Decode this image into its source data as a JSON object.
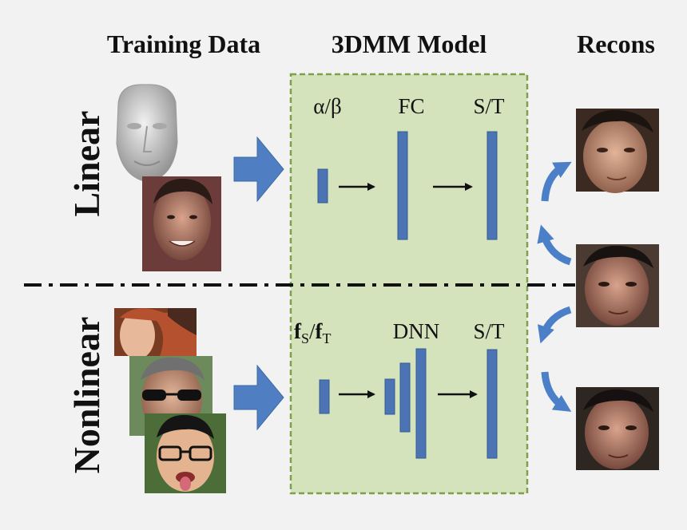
{
  "headings": {
    "training": "Training Data",
    "model": "3DMM Model",
    "recons": "Recons"
  },
  "rows": {
    "linear": "Linear",
    "nonlinear": "Nonlinear"
  },
  "linear_labels": {
    "params": "α/β",
    "fc": "FC",
    "st": "S/T"
  },
  "nonlinear_labels": {
    "f_s": "f",
    "f_s_sub": "S",
    "slash": "/",
    "f_t": "f",
    "f_t_sub": "T",
    "dnn": "DNN",
    "st": "S/T"
  },
  "colors": {
    "model_box_fill": "#d5e3bd",
    "model_box_border": "#7ea04a",
    "layer_bar": "#4c74b4",
    "big_arrow": "#4f7fc2",
    "curved_arrow": "#4b7fc8",
    "divider": "#111111"
  }
}
